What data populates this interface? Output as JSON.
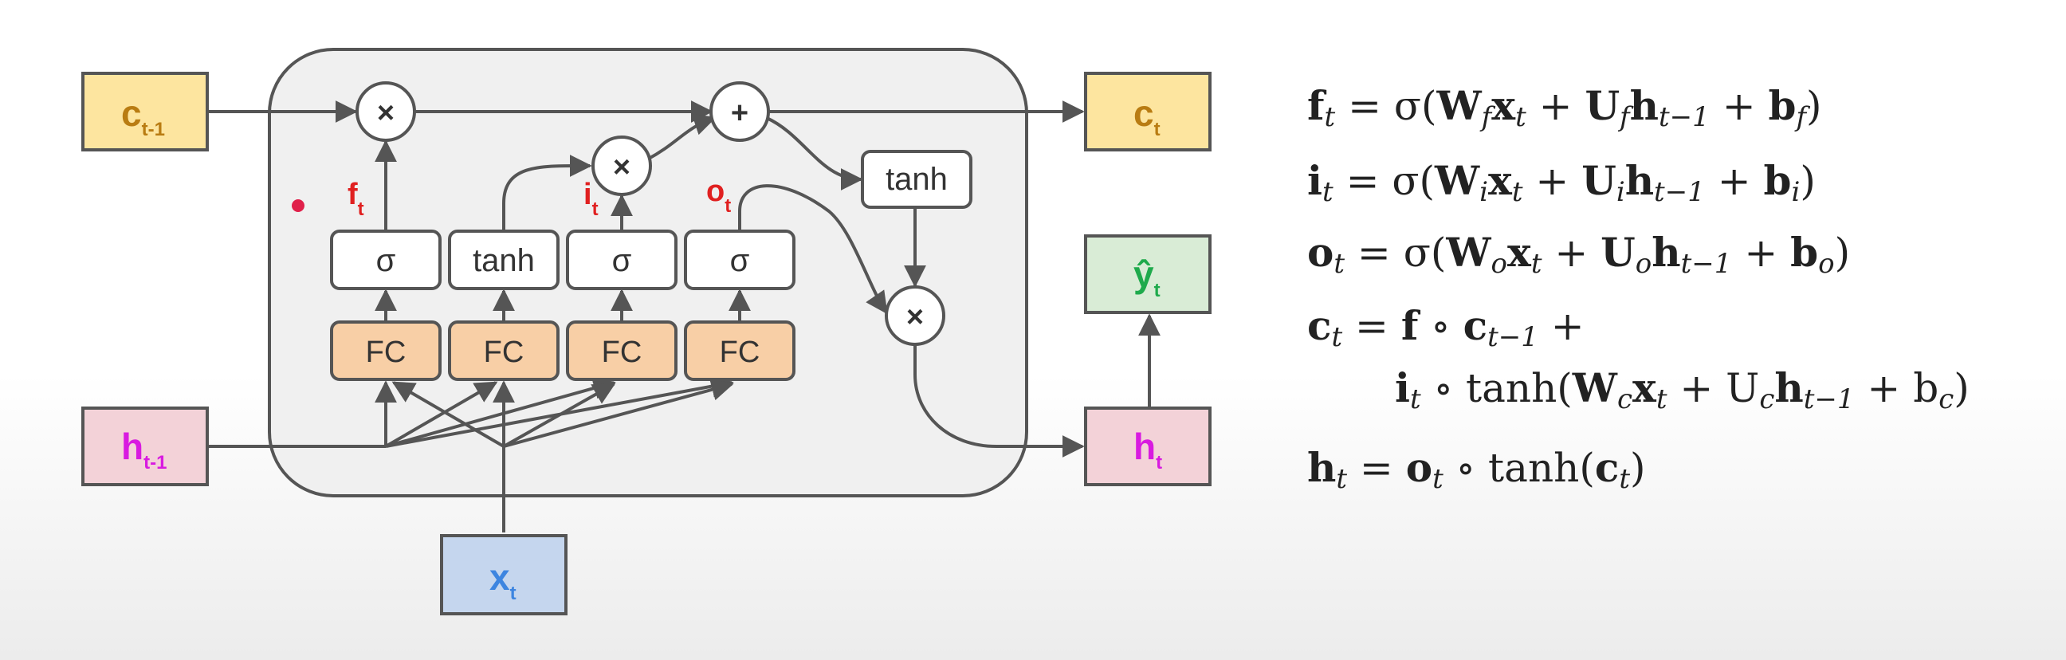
{
  "nodes": {
    "c_prev": {
      "main": "c",
      "sub": "t-1",
      "color": "#b97c12",
      "fill": "#fde59f"
    },
    "h_prev": {
      "main": "h",
      "sub": "t-1",
      "color": "#d81be0",
      "fill": "#f3d2d8"
    },
    "c_next": {
      "main": "c",
      "sub": "t",
      "color": "#b97c12",
      "fill": "#fde59f"
    },
    "h_next": {
      "main": "h",
      "sub": "t",
      "color": "#d81be0",
      "fill": "#f3d2d8"
    },
    "y_hat": {
      "main": "ŷ",
      "sub": "t",
      "color": "#1faa4c",
      "fill": "#d9ecd6"
    },
    "x_in": {
      "main": "x",
      "sub": "t",
      "color": "#3d85e0",
      "fill": "#c5d6ee"
    }
  },
  "gates": {
    "sigma_f": "σ",
    "tanh_g": "tanh",
    "sigma_i": "σ",
    "sigma_o": "σ",
    "tanh_c": "tanh",
    "fc1": "FC",
    "fc2": "FC",
    "fc3": "FC",
    "fc4": "FC"
  },
  "ops": {
    "mult": "×",
    "plus": "+"
  },
  "gate_labels": {
    "f": {
      "main": "f",
      "sub": "t"
    },
    "i": {
      "main": "i",
      "sub": "t"
    },
    "o": {
      "main": "o",
      "sub": "t"
    },
    "color": "#e02020"
  },
  "equations": {
    "f_lhs": "f",
    "f_rest": " = σ(W",
    "f_sub1": "f",
    "f_x": "x",
    "f_plus1": " + U",
    "f_sub2": "f",
    "f_h": "h",
    "f_tm1": "t−1",
    "f_plus2": " + b",
    "f_sub3": "f",
    "f_close": ")",
    "t": "t"
  },
  "eq_lines": [
    {
      "lhs": "f",
      "gate": "f"
    },
    {
      "lhs": "i",
      "gate": "i"
    },
    {
      "lhs": "o",
      "gate": "o"
    }
  ],
  "eq_c_line1": {
    "c": "c",
    "mid": " = ",
    "f": "f",
    "circ": " ∘ ",
    "c2": "c",
    "sub": "t−1",
    "plus": " +"
  },
  "eq_c_line2": {
    "i": "i",
    "circ": " ∘ tanh(",
    "W": "W",
    "wsub": "c",
    "x": "x",
    "plusU": " + U",
    "usub": "c",
    "h": "h",
    "hsub": "t−1",
    "plusb": " + b",
    "bsub": "c",
    "close": ")"
  },
  "eq_h": {
    "h": "h",
    "mid": " = ",
    "o": "o",
    "circ": " ∘ tanh(",
    "c": "c",
    "close": ")"
  },
  "colors": {
    "cell_fill": "#f0f0f0",
    "cell_stroke": "#555555",
    "fc_fill": "#f8cfa6",
    "line": "#555555",
    "dot": "#e0204a"
  }
}
